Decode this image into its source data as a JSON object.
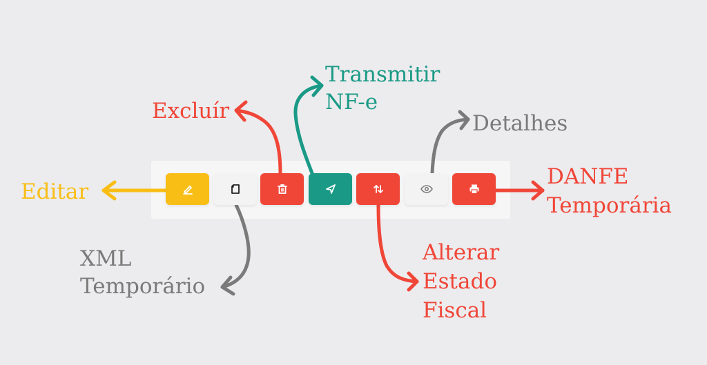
{
  "colors": {
    "background": "#ececee",
    "toolbar_background": "#f6f6f7",
    "yellow": "#f9be16",
    "red": "#f04638",
    "teal": "#1a9a86",
    "gray": "#7a7a7a",
    "light_button": "#f3f3f4"
  },
  "toolbar": {
    "buttons": [
      {
        "id": "edit",
        "icon": "pencil-icon",
        "color": "#f9be16"
      },
      {
        "id": "xml",
        "icon": "document-icon",
        "color": "#f3f3f4"
      },
      {
        "id": "delete",
        "icon": "trash-icon",
        "color": "#f04638"
      },
      {
        "id": "transmit",
        "icon": "send-icon",
        "color": "#1a9a86"
      },
      {
        "id": "fiscal-state",
        "icon": "swap-vertical-icon",
        "color": "#f04638"
      },
      {
        "id": "details",
        "icon": "eye-icon",
        "color": "#f3f3f4"
      },
      {
        "id": "danfe",
        "icon": "printer-icon",
        "color": "#f04638"
      }
    ]
  },
  "labels": {
    "edit": "Editar",
    "xml_line1": "XML",
    "xml_line2": "Temporário",
    "delete": "Excluír",
    "transmit_line1": "Transmitir",
    "transmit_line2": "NF-e",
    "fiscal_line1": "Alterar",
    "fiscal_line2": "Estado",
    "fiscal_line3": "Fiscal",
    "details": "Detalhes",
    "danfe_line1": "DANFE",
    "danfe_line2": "Temporária"
  }
}
